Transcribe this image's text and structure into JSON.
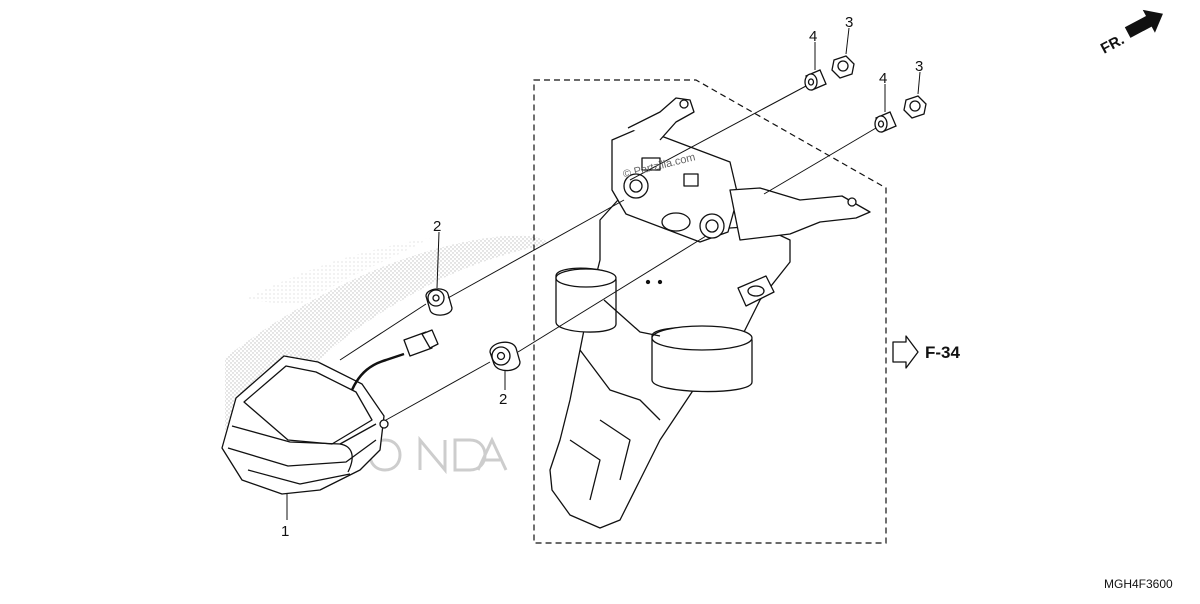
{
  "callouts": {
    "p1": "1",
    "p2a": "2",
    "p2b": "2",
    "p3a": "3",
    "p3b": "3",
    "p4a": "4",
    "p4b": "4"
  },
  "reference": {
    "label": "F-34"
  },
  "direction": {
    "label": "FR."
  },
  "diagram_code": "MGH4F3600",
  "watermark": "© Partzilla.com",
  "icons": {
    "front-arrow": "fr-arrow-icon",
    "reference-arrow": "hollow-arrow-icon"
  },
  "colors": {
    "line": "#111111",
    "stipple": "#bdbdbd",
    "watermark": "#cfcfcf"
  }
}
